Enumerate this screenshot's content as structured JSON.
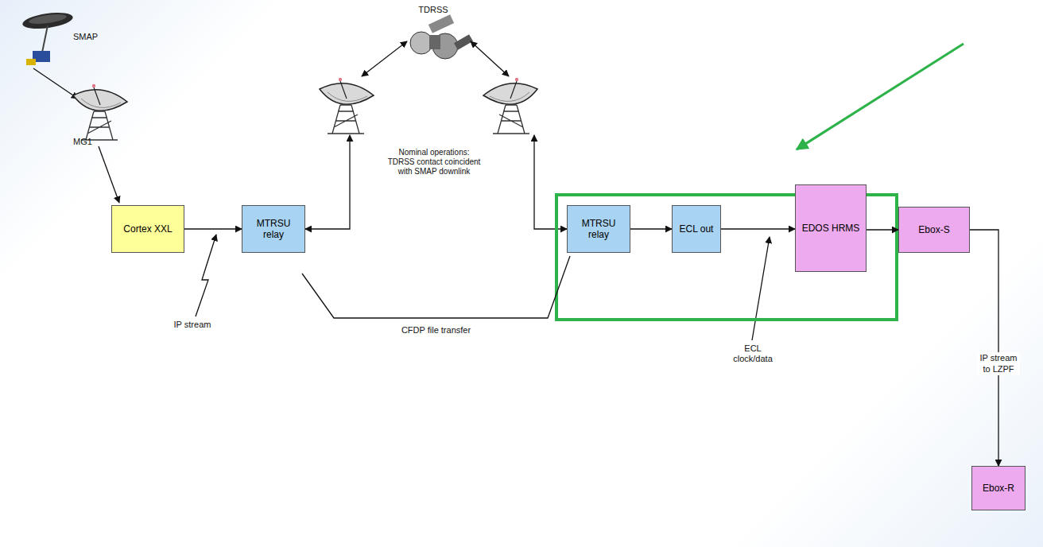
{
  "diagram": {
    "nodes": [
      {
        "text": [
          "Cortex XXL"
        ]
      },
      {
        "text": [
          "MTRSU relay"
        ]
      },
      {
        "text": [
          "MTRSU relay"
        ]
      },
      {
        "text": [
          "ECL out"
        ]
      },
      {
        "text": [
          "EDOS HRMS"
        ]
      },
      {
        "text": [
          "Ebox-S"
        ]
      },
      {
        "text": [
          "Ebox-R"
        ]
      }
    ],
    "edges": [
      {
        "from": 0,
        "to": 1,
        "arrow": "to"
      },
      {
        "from": 2,
        "to": 3,
        "arrow": "to"
      },
      {
        "from": 3,
        "to": 4,
        "arrow": "to"
      },
      {
        "from": 4,
        "to": 5,
        "arrow": "to"
      },
      {
        "from": 5,
        "to": 6,
        "arrow": "to",
        "label": "IP stream to LZPF"
      },
      {
        "from": 1,
        "to": 2,
        "arrow": "none",
        "label": "CFDP file transfer"
      }
    ],
    "labels": [
      "SMAP",
      "MG1",
      "TDRSS",
      "Nominal operations: TDRSS contact coincident with SMAP downlink",
      "IP stream",
      "ECL clock/data"
    ]
  }
}
